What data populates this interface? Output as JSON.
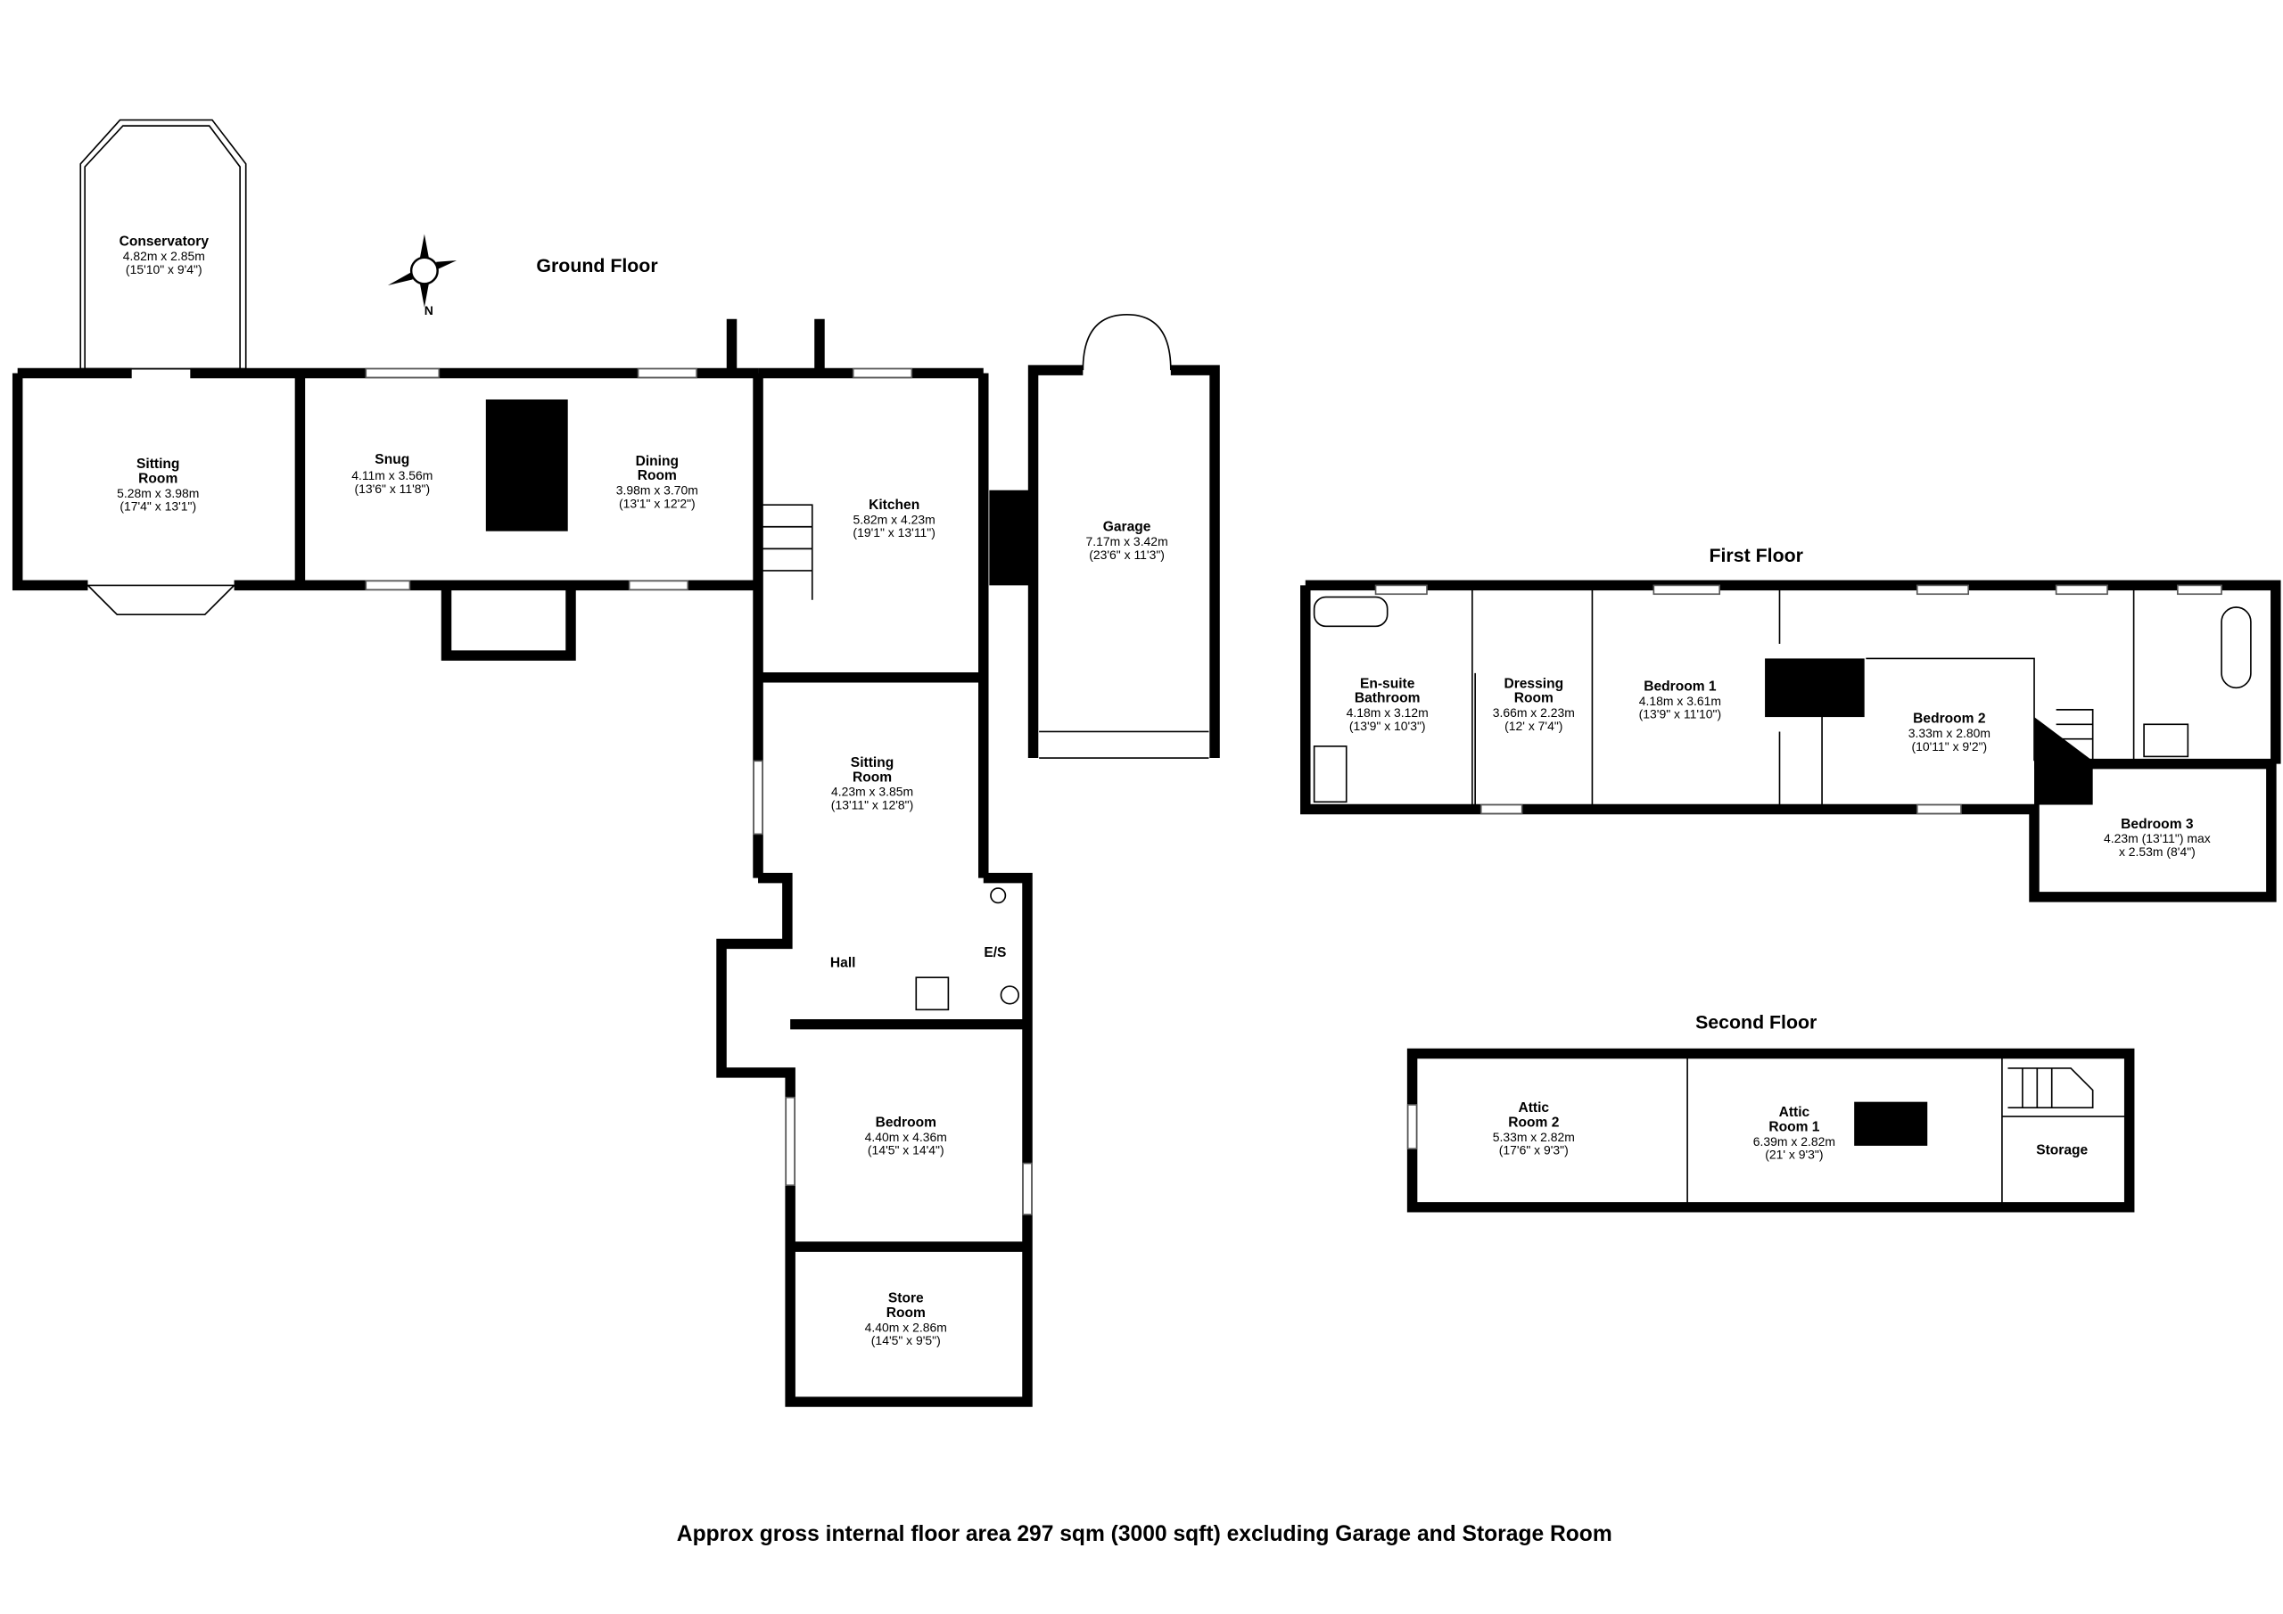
{
  "floors": {
    "ground": "Ground Floor",
    "first": "First Floor",
    "second": "Second Floor"
  },
  "compass": {
    "label": "N",
    "icon": "compass-icon"
  },
  "rooms": {
    "conservatory": {
      "name": "Conservatory",
      "metric": "4.82m x 2.85m",
      "imperial": "(15'10\" x 9'4\")"
    },
    "sitting_room": {
      "name1": "Sitting",
      "name2": "Room",
      "metric": "5.28m x 3.98m",
      "imperial": "(17'4\" x 13'1\")"
    },
    "snug": {
      "name": "Snug",
      "metric": "4.11m x 3.56m",
      "imperial": "(13'6\" x 11'8\")"
    },
    "dining_room": {
      "name1": "Dining",
      "name2": "Room",
      "metric": "3.98m x 3.70m",
      "imperial": "(13'1\" x 12'2\")"
    },
    "kitchen": {
      "name": "Kitchen",
      "metric": "5.82m x 4.23m",
      "imperial": "(19'1\" x 13'11\")"
    },
    "garage": {
      "name": "Garage",
      "metric": "7.17m x 3.42m",
      "imperial": "(23'6\" x 11'3\")"
    },
    "sitting_room_2": {
      "name1": "Sitting",
      "name2": "Room",
      "metric": "4.23m x 3.85m",
      "imperial": "(13'11\" x 12'8\")"
    },
    "hall": {
      "name": "Hall"
    },
    "es": {
      "name": "E/S"
    },
    "bedroom": {
      "name": "Bedroom",
      "metric": "4.40m x 4.36m",
      "imperial": "(14'5\" x 14'4\")"
    },
    "store_room": {
      "name1": "Store",
      "name2": "Room",
      "metric": "4.40m x 2.86m",
      "imperial": "(14'5\" x 9'5\")"
    },
    "ensuite": {
      "name1": "En-suite",
      "name2": "Bathroom",
      "metric": "4.18m x 3.12m",
      "imperial": "(13'9\" x 10'3\")"
    },
    "dressing": {
      "name1": "Dressing",
      "name2": "Room",
      "metric": "3.66m x 2.23m",
      "imperial": "(12' x 7'4\")"
    },
    "bedroom1": {
      "name": "Bedroom 1",
      "metric": "4.18m x 3.61m",
      "imperial": "(13'9\" x 11'10\")"
    },
    "bedroom2": {
      "name": "Bedroom 2",
      "metric": "3.33m x 2.80m",
      "imperial": "(10'11\" x 9'2\")"
    },
    "bedroom3": {
      "name": "Bedroom 3",
      "line1": "4.23m (13'11\") max",
      "line2": "x 2.53m (8'4\")"
    },
    "attic2": {
      "name1": "Attic",
      "name2": "Room 2",
      "metric": "5.33m x 2.82m",
      "imperial": "(17'6\" x 9'3\")"
    },
    "attic1": {
      "name1": "Attic",
      "name2": "Room 1",
      "metric": "6.39m x 2.82m",
      "imperial": "(21' x 9'3\")"
    },
    "storage": {
      "name": "Storage"
    }
  },
  "footer": "Approx gross internal floor area 297 sqm (3000 sqft) excluding Garage and Storage Room"
}
